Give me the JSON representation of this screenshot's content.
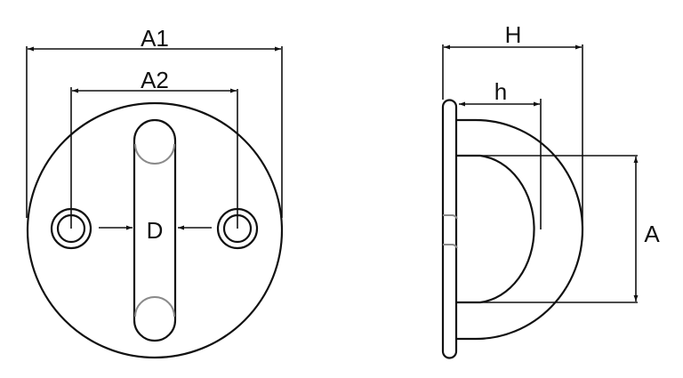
{
  "figure": {
    "type": "technical drawing",
    "subject": "round eye plate with staple (front and side view)"
  },
  "front_view": {
    "labels": {
      "outer_diameter": "A1",
      "hole_spacing": "A2",
      "slot_width": "D"
    }
  },
  "side_view": {
    "labels": {
      "total_height": "H",
      "inner_height": "h",
      "staple_span": "A"
    }
  },
  "colors": {
    "line": "#111111",
    "hidden_line": "#8a8a8a",
    "background": "#ffffff"
  }
}
